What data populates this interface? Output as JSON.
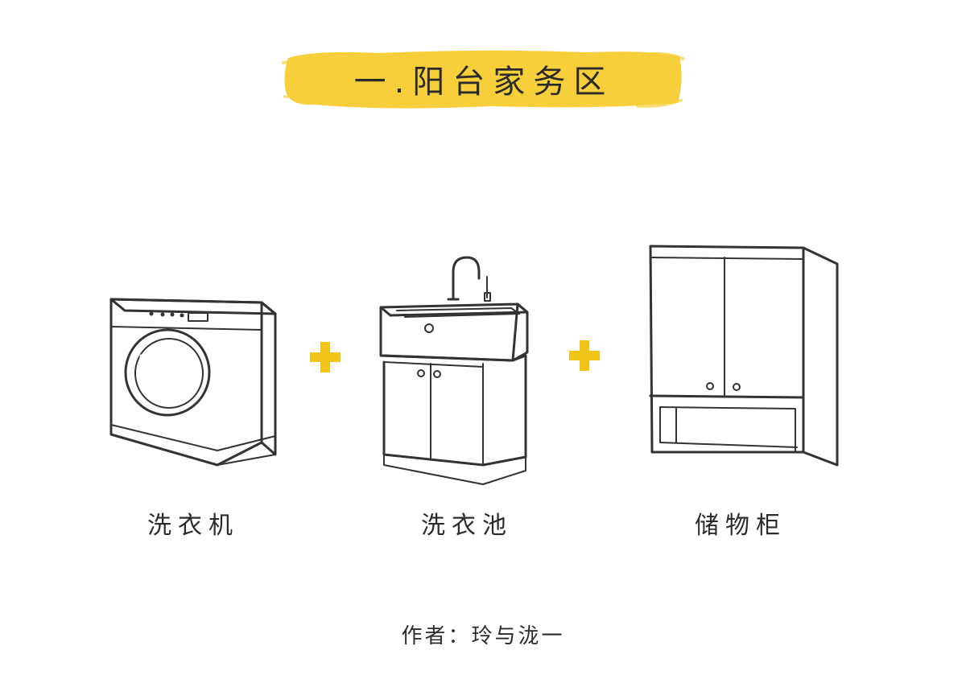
{
  "title": "一.阳台家务区",
  "colors": {
    "highlight": "#f7cf3a",
    "plus": "#f2c417",
    "body": "#ebebeb",
    "base": "#8c8c8c",
    "window": "#8a8a8a",
    "line": "#333333"
  },
  "items": [
    {
      "label": "洗衣机",
      "icon": "washing-machine-icon"
    },
    {
      "label": "洗衣池",
      "icon": "laundry-sink-icon"
    },
    {
      "label": "储物柜",
      "icon": "storage-cabinet-icon"
    }
  ],
  "separator_icon": "plus-icon",
  "author": "作者：玲与泷一"
}
